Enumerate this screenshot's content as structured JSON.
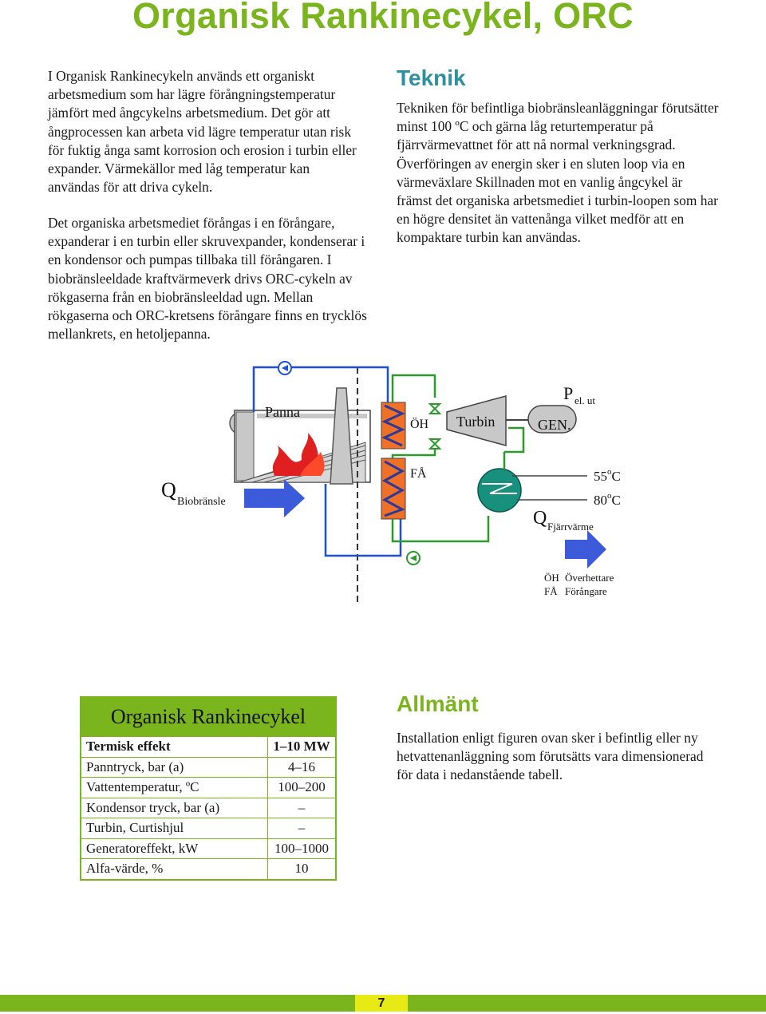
{
  "title": "Organisk Rankinecykel, ORC",
  "intro": {
    "p1": "I Organisk Rankinecykeln används ett organiskt arbetsmedium som har lägre förångningstemperatur jämfört med ångcykelns arbetsmedium. Det gör att ångprocessen kan arbeta vid lägre temperatur utan risk för fuktig ånga samt korrosion och erosion i turbin eller expander. Värmekällor med låg temperatur kan användas för att driva cykeln.",
    "p2": "Det organiska arbetsmediet förångas i en förångare, expanderar i en turbin eller skruvexpander, kondenserar i en kondensor och pumpas tillbaka till förångaren. I biobränsleeldade kraftvärmeverk drivs ORC-cykeln av rökgaserna från en biobränsleeldad ugn. Mellan rökgaserna och ORC-kretsens förångare finns en trycklös mellankrets, en hetoljepanna."
  },
  "teknik": {
    "heading": "Teknik",
    "text": "Tekniken för befintliga biobränsleanläggningar förutsätter minst 100 ºC och gärna låg returtemperatur på fjärrvärmevattnet för att nå normal verkningsgrad. Överföringen av energin sker i en sluten loop via en värmeväxlare Skillnaden mot en vanlig ångcykel är främst det organiska arbetsmediet i turbin-loopen som har en högre densitet än vattenånga vilket medför att en kompaktare turbin kan användas."
  },
  "diagram": {
    "panna": "Panna",
    "oh": "ÖH",
    "fa": "FÅ",
    "turbin": "Turbin",
    "gen": "GEN.",
    "p_main": "P",
    "p_sub": "el. ut",
    "q_bio_main": "Q",
    "q_bio_sub": "Biobränsle",
    "q_fj_main": "Q",
    "q_fj_sub": "Fjärrvärme",
    "temp1": "55",
    "temp2": "80",
    "temp_unit": "C",
    "temp_deg": "o",
    "legend_oh_abbr": "ÖH",
    "legend_oh": "Överhettare",
    "legend_fa_abbr": "FÅ",
    "legend_fa": "Förångare",
    "colors": {
      "blue": "#1e4fd8",
      "green": "#2a9a2a",
      "fire": "#e02020",
      "hx": "#f07028",
      "teal": "#17907e",
      "arrow": "#3b5bdb"
    }
  },
  "table": {
    "title": "Organisk Rankinecykel",
    "rows": [
      {
        "label": "Termisk effekt",
        "value": "1–10 MW"
      },
      {
        "label": "Panntryck, bar (a)",
        "value": "4–16"
      },
      {
        "label": "Vattentemperatur, ºC",
        "value": "100–200"
      },
      {
        "label": "Kondensor tryck, bar (a)",
        "value": "–"
      },
      {
        "label": "Turbin, Curtishjul",
        "value": "–"
      },
      {
        "label": "Generatoreffekt, kW",
        "value": "100–1000"
      },
      {
        "label": "Alfa-värde, %",
        "value": "10"
      }
    ]
  },
  "allmant": {
    "heading": "Allmänt",
    "text": "Installation enligt figuren ovan sker i befintlig eller ny hetvattenanläggning som förutsätts vara dimensionerad för data i nedanstående tabell."
  },
  "page_number": "7"
}
